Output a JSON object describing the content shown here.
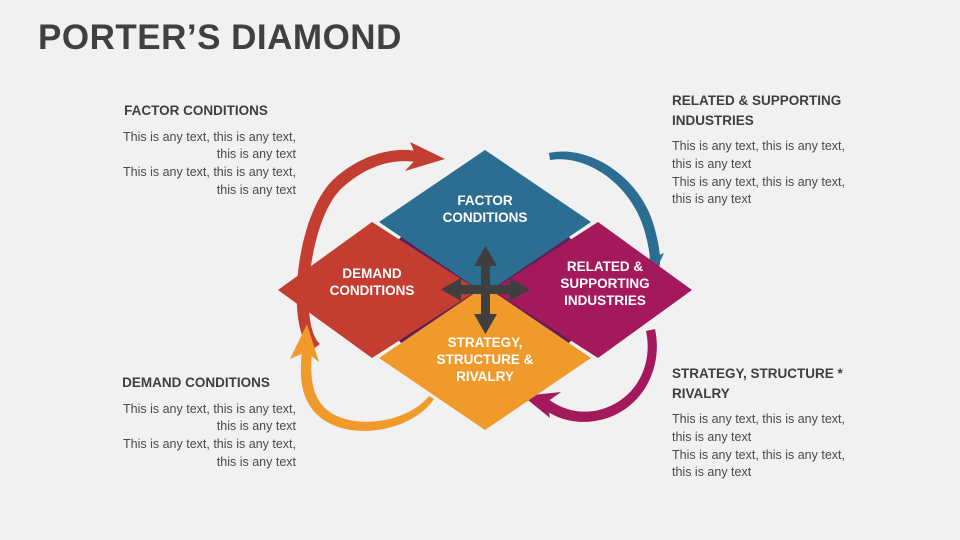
{
  "title": "PORTER’S DIAMOND",
  "colors": {
    "background": "#f1f1f1",
    "title_text": "#404040",
    "body_text": "#4a4a4a",
    "factor_conditions": "#2b6e92",
    "demand_conditions": "#c43d31",
    "related_supporting": "#a4185c",
    "strategy_structure": "#f09a2b",
    "overlap": "#5e1f58",
    "center_arrow": "#3f3f3f",
    "arrow_red": "#c43d31",
    "arrow_teal": "#2b6e92",
    "arrow_orange": "#f09a2b",
    "arrow_magenta": "#a4185c"
  },
  "body_text_paragraph": "This is any text, this is any text,\nthis is any text\nThis is any text, this is any text,\nthis is any text",
  "callouts": {
    "factor": {
      "title": "FACTOR CONDITIONS",
      "body": "This is any text, this is any text,\nthis is any text\nThis is any text, this is any text,\nthis is any text"
    },
    "related": {
      "title": "RELATED & SUPPORTING INDUSTRIES",
      "body": "This is any text, this is any text,\nthis is any text\nThis is any text, this is any text,\nthis is any text"
    },
    "demand": {
      "title": "DEMAND CONDITIONS",
      "body": "This is any text, this is any text,\nthis is any text\nThis is any text, this is any text,\nthis is any text"
    },
    "strategy": {
      "title": "STRATEGY, STRUCTURE * RIVALRY",
      "body": "This is any text, this is any text,\nthis is any text\nThis is any text, this is any text,\nthis is any text"
    }
  },
  "diagram": {
    "nodes": {
      "factor": "FACTOR\nCONDITIONS",
      "demand": "DEMAND\nCONDITIONS",
      "related": "RELATED &\nSUPPORTING\nINDUSTRIES",
      "strategy": "STRATEGY,\nSTRUCTURE &\nRIVALRY"
    }
  }
}
